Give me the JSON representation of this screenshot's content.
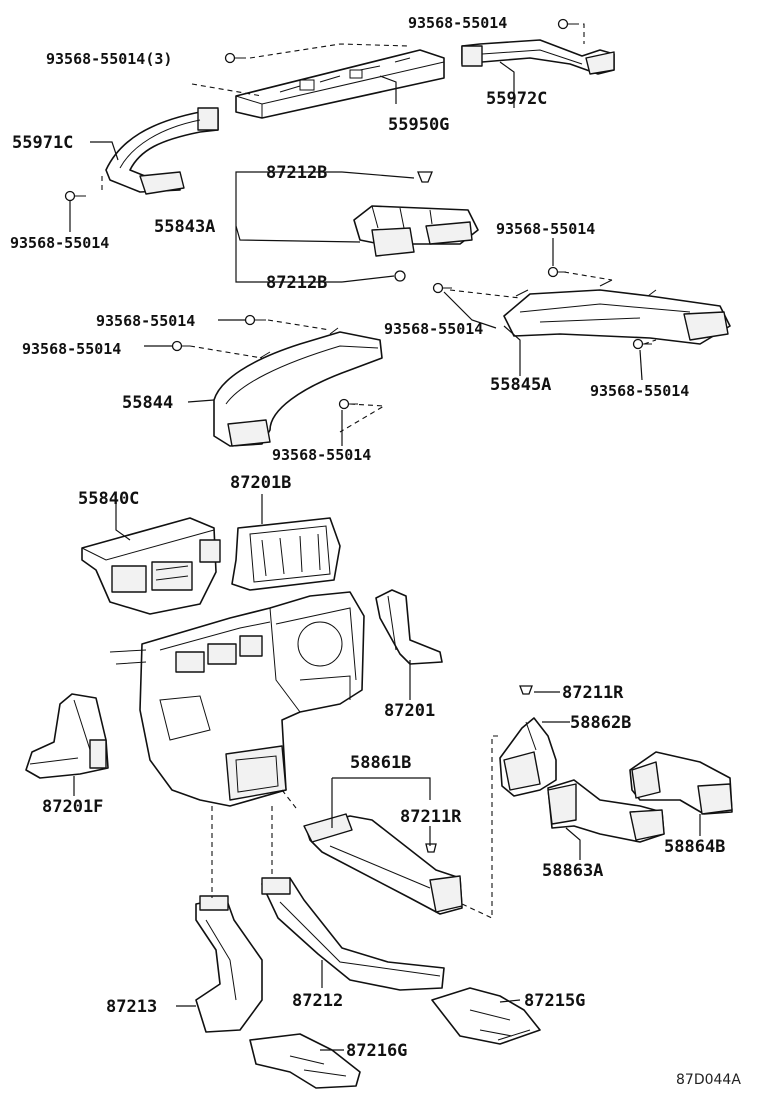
{
  "diagram": {
    "callouts": {
      "screw_top_right": "93568-55014",
      "screw_top_left_qty3": "93568-55014(3)",
      "duct_55972C": "55972C",
      "duct_55950G": "55950G",
      "duct_55971C": "55971C",
      "screw_55971C_lower": "93568-55014",
      "clip_87212B_upper": "87212B",
      "duct_55843A": "55843A",
      "clip_87212B_lower": "87212B",
      "screw_55845A_top": "93568-55014",
      "screw_55845A_left": "93568-55014",
      "screw_55844_upper": "93568-55014",
      "screw_55844_middle": "93568-55014",
      "duct_55845A": "55845A",
      "screw_55845A_bottom": "93568-55014",
      "duct_55844": "55844",
      "screw_55844_lower": "93568-55014",
      "duct_55840C": "55840C",
      "duct_87201B": "87201B",
      "duct_87201": "87201",
      "clip_87211R_right": "87211R",
      "duct_58862B": "58862B",
      "duct_87201F": "87201F",
      "duct_58861B": "58861B",
      "clip_87211R_center": "87211R",
      "duct_58864B": "58864B",
      "duct_58863A": "58863A",
      "duct_87213": "87213",
      "duct_87212": "87212",
      "duct_87215G": "87215G",
      "duct_87216G": "87216G"
    },
    "figure_ref": "87D044A"
  }
}
